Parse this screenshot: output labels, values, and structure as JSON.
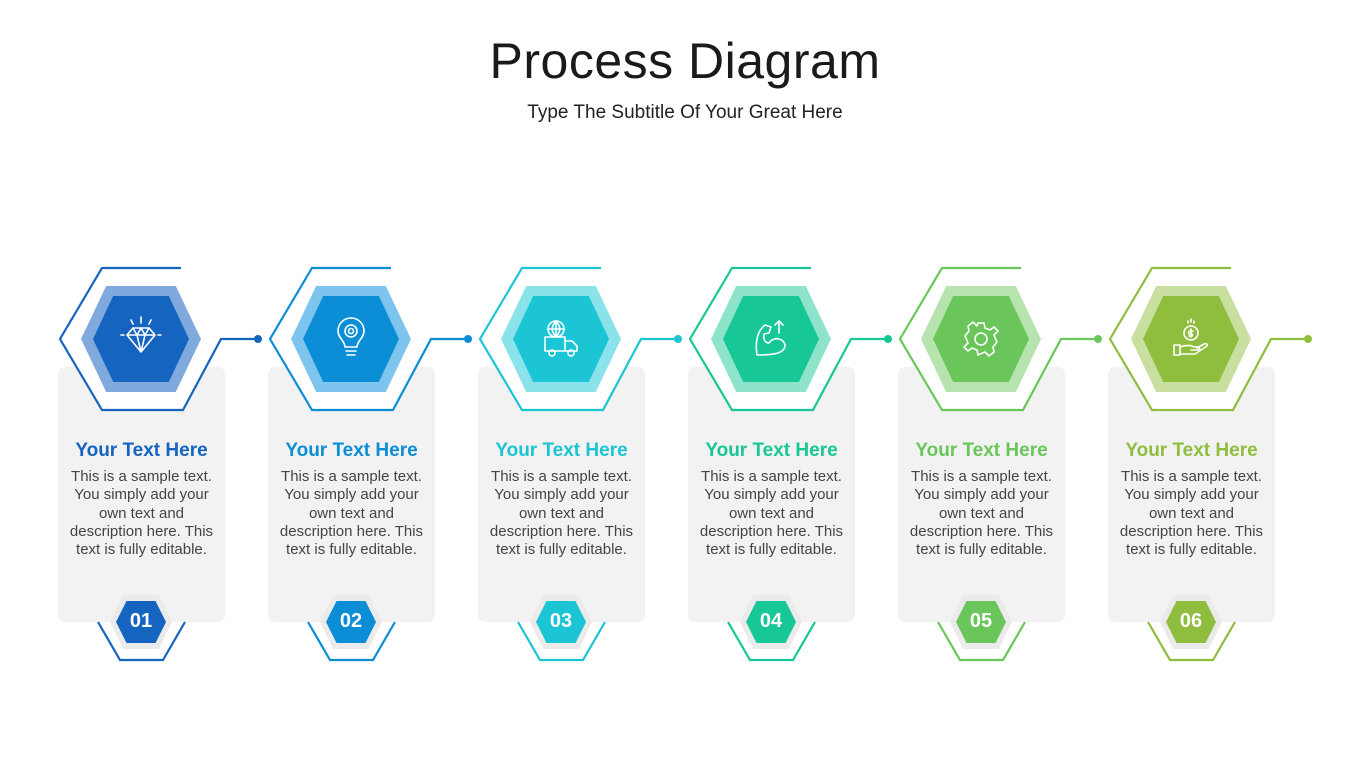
{
  "title": "Process Diagram",
  "subtitle": "Type The Subtitle Of Your Great Here",
  "steps": [
    {
      "number": "01",
      "heading": "Your Text Here",
      "text": "This is a sample text. You simply add your own text and description here. This text is fully editable.",
      "icon": "diamond-icon",
      "color": "#1565c0",
      "light": "#80a9de"
    },
    {
      "number": "02",
      "heading": "Your Text Here",
      "text": "This is a sample text. You simply add your own text and description here. This text is fully editable.",
      "icon": "lightbulb-gear-icon",
      "color": "#0b8ed6",
      "light": "#7dc5ee"
    },
    {
      "number": "03",
      "heading": "Your Text Here",
      "text": "This is a sample text. You simply add your own text and description here. This text is fully editable.",
      "icon": "delivery-truck-globe-icon",
      "color": "#1bc5d4",
      "light": "#8ae3eb"
    },
    {
      "number": "04",
      "heading": "Your Text Here",
      "text": "This is a sample text. You simply add your own text and description here. This text is fully editable.",
      "icon": "muscle-arm-icon",
      "color": "#17c795",
      "light": "#8ee4cb"
    },
    {
      "number": "05",
      "heading": "Your Text Here",
      "text": "This is a sample text. You simply add your own text and description here. This text is fully editable.",
      "icon": "gear-icon",
      "color": "#6ac65a",
      "light": "#b6e3ae"
    },
    {
      "number": "06",
      "heading": "Your Text Here",
      "text": "This is a sample text. You simply add your own text and description here. This text is fully editable.",
      "icon": "hand-coin-icon",
      "color": "#8fbd3d",
      "light": "#c9dfa0"
    }
  ]
}
